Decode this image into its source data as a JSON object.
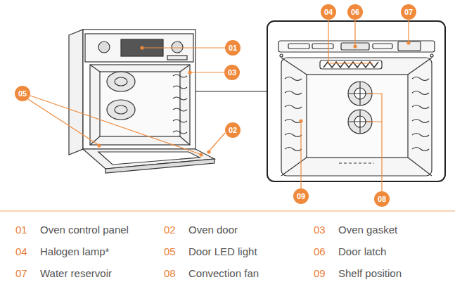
{
  "diagram": {
    "nodes": [
      {
        "text": [
          "04"
        ]
      },
      {
        "text": [
          "06"
        ]
      },
      {
        "text": [
          "07"
        ]
      },
      {
        "text": [
          "01"
        ]
      },
      {
        "text": [
          "03"
        ]
      },
      {
        "text": [
          "05"
        ]
      },
      {
        "text": [
          "02"
        ]
      },
      {
        "text": [
          "09"
        ]
      },
      {
        "text": [
          "08"
        ]
      }
    ],
    "labels": [
      "01",
      "Oven control panel",
      "02",
      "Oven door",
      "03",
      "Oven gasket",
      "04",
      "Halogen lamp*",
      "05",
      "Door LED light",
      "06",
      "Door latch",
      "07",
      "Water reservoir",
      "08",
      "Convection fan",
      "09",
      "Shelf position"
    ]
  }
}
